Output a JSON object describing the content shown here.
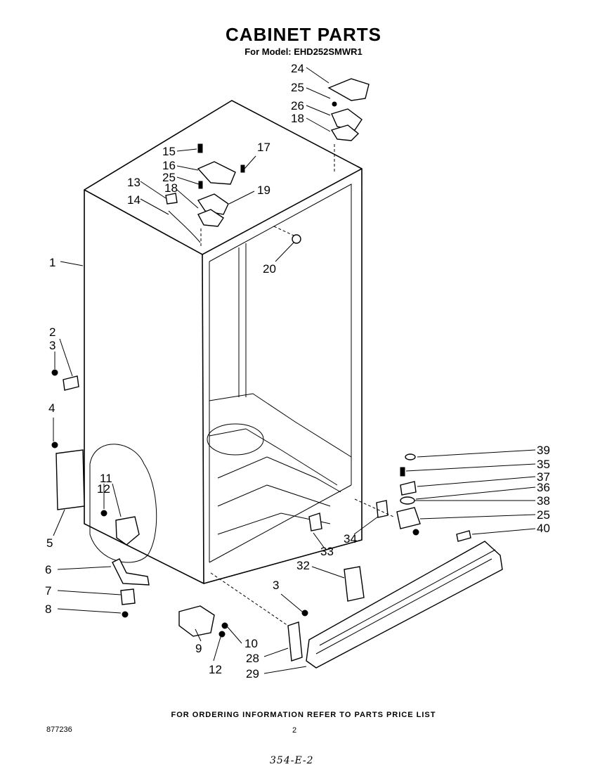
{
  "header": {
    "title": "CABINET PARTS",
    "subtitle": "For Model: EHD252SMWR1"
  },
  "callouts": {
    "c1": "1",
    "c2": "2",
    "c3a": "3",
    "c3b": "3",
    "c4": "4",
    "c5": "5",
    "c6": "6",
    "c7": "7",
    "c8": "8",
    "c9": "9",
    "c10": "10",
    "c11": "11",
    "c12a": "12",
    "c12b": "12",
    "c13": "13",
    "c14": "14",
    "c15": "15",
    "c16": "16",
    "c17": "17",
    "c18a": "18",
    "c18b": "18",
    "c19": "19",
    "c20": "20",
    "c24": "24",
    "c25a": "25",
    "c25b": "25",
    "c25c": "25",
    "c26": "26",
    "c28": "28",
    "c29": "29",
    "c32": "32",
    "c33": "33",
    "c34": "34",
    "c35": "35",
    "c36": "36",
    "c37": "37",
    "c38": "38",
    "c39": "39",
    "c40": "40"
  },
  "footer": {
    "ordering_note": "FOR ORDERING INFORMATION REFER TO PARTS PRICE LIST",
    "doc_number": "877236",
    "page_number": "2",
    "handwritten_note": "354-E-2"
  }
}
